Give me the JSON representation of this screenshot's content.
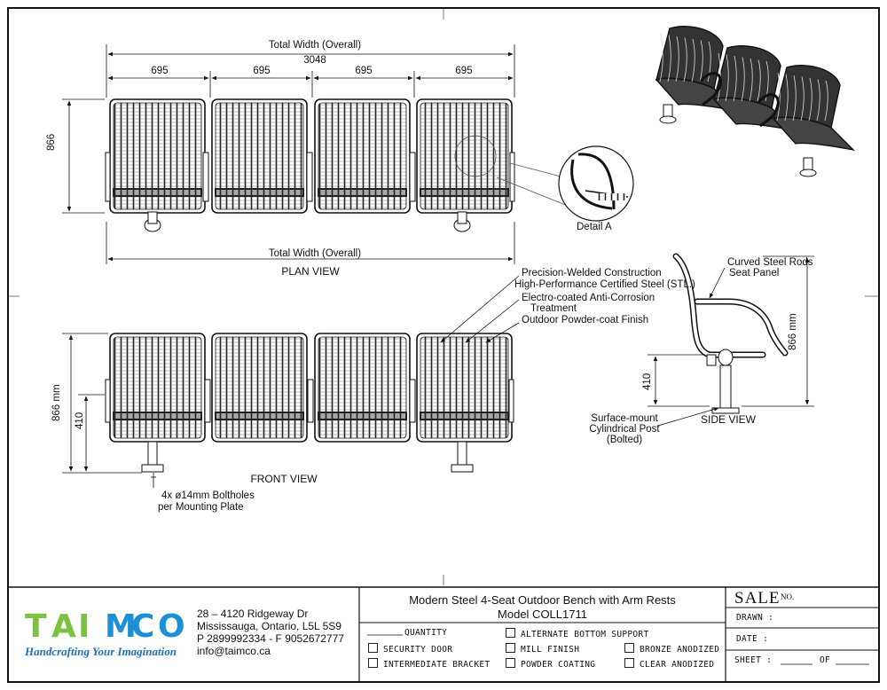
{
  "dims": {
    "total_width_label": "Total Width (Overall)",
    "total_width_value": "3048",
    "seat_width": "695",
    "depth_plan": "866",
    "height_mm": "866 mm",
    "seat_height": "410"
  },
  "labels": {
    "plan_view": "PLAN VIEW",
    "front_view": "FRONT VIEW",
    "side_view": "SIDE VIEW",
    "detail_a": "Detail A"
  },
  "notes": {
    "features": [
      "Precision-Welded Construction",
      "High-Performance Certified Steel (STL.)",
      "Electro-coated Anti-Corrosion",
      "Treatment",
      "Outdoor Powder-coat Finish"
    ],
    "curved_rods": [
      "Curved Steel Rods",
      "Seat Panel"
    ],
    "post": [
      "Surface-mount",
      "Cylindrical Post",
      "(Bolted)"
    ],
    "boltholes": [
      "4x ø14mm Boltholes",
      "per Mounting Plate"
    ]
  },
  "company": {
    "logo_text": "TAIMCO",
    "tagline": "Handcrafting Your Imagination",
    "address1": "28 – 4120 Ridgeway Dr",
    "address2": "Mississauga, Ontario, L5L 5S9",
    "phone": "P 2899992334 - F 9052672777",
    "email": "info@taimco.ca"
  },
  "product": {
    "title": "Modern Steel 4-Seat Outdoor Bench with Arm Rests",
    "model": "Model COLL1711"
  },
  "options": {
    "quantity": "QUANTITY",
    "security_door": "SECURITY DOOR",
    "intermediate_bracket": "INTERMEDIATE BRACKET",
    "alternate_bottom_support": "ALTERNATE BOTTOM SUPPORT",
    "mill_finish": "MILL FINISH",
    "powder_coating": "POWDER COATING",
    "bronze_anodized": "BRONZE ANODIZED",
    "clear_anodized": "CLEAR ANODIZED"
  },
  "sale": {
    "sale": "SALE",
    "no": "NO.",
    "drawn": "DRAWN :",
    "date": "DATE :",
    "sheet": "SHEET :",
    "of": "OF"
  },
  "colors": {
    "logo_green": "#7cc242",
    "logo_blue": "#1e8fd6",
    "tagline": "#1f6fb5",
    "line": "#111111"
  }
}
